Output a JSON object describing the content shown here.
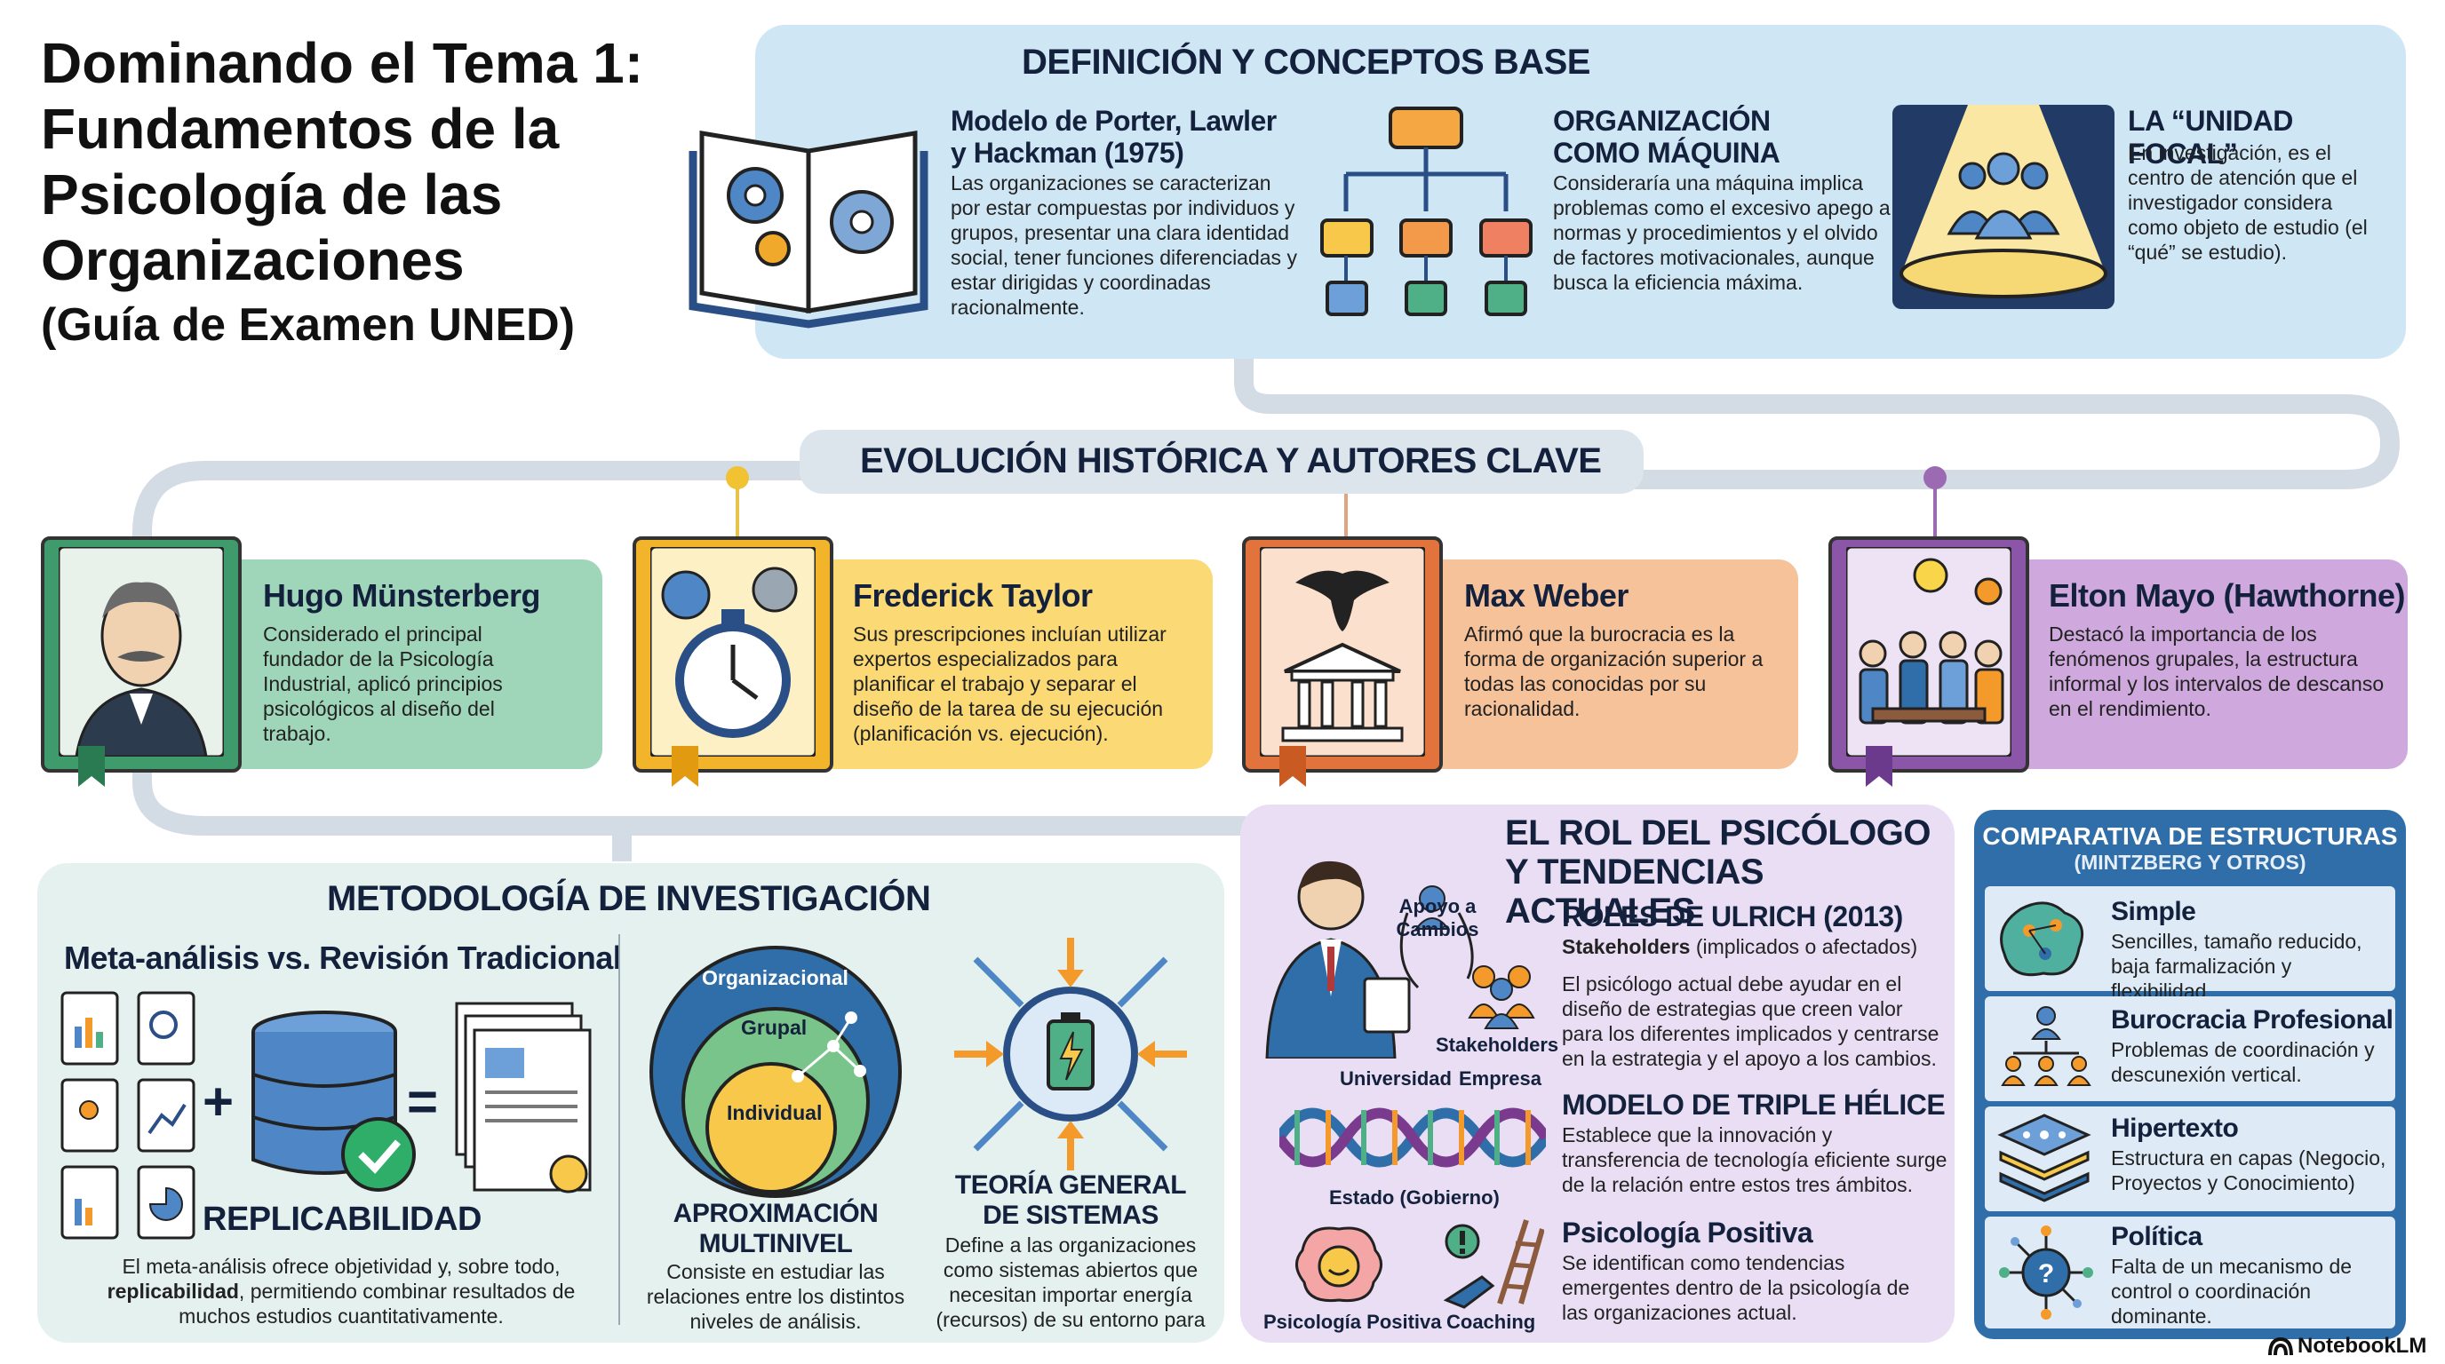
{
  "title": {
    "main": "Dominando el Tema 1: Fundamentos de la Psicología de las Organizaciones",
    "sub": "(Guía de Examen UNED)"
  },
  "definition": {
    "heading": "DEFINICIÓN Y CONCEPTOS BASE",
    "items": [
      {
        "title": "Modelo de Porter, Lawler y Hackman (1975)",
        "text": "Las organizaciones se caracterizan por estar compuestas por individuos y grupos, presentar una clara identidad social, tener funciones diferenciadas y estar dirigidas y coordinadas racionalmente.",
        "icon": "open-book-gears-icon"
      },
      {
        "title": "ORGANIZACIÓN COMO MÁQUINA",
        "text": "Consideraría una máquina implica problemas como el excesivo apego a normas y procedimientos y el olvido de factores motivacionales, aunque busca la eficiencia máxima.",
        "icon": "org-chart-icon"
      },
      {
        "title": "LA “UNIDAD FOCAL”",
        "text": "En investigación, es el centro de atención que el investigador considera como objeto de estudio (el “qué” se estudio).",
        "icon": "spotlight-group-icon"
      }
    ]
  },
  "evolution": {
    "heading": "EVOLUCIÓN HISTÓRICA Y AUTORES CLAVE",
    "authors": [
      {
        "name": "Hugo Münsterberg",
        "text": "Considerado el principal fundador de la Psicología Industrial, aplicó principios psicológicos al diseño del trabajo.",
        "icon": "portrait-icon",
        "color": "#9fd6b9"
      },
      {
        "name": "Frederick Taylor",
        "text": "Sus prescripciones incluían utilizar expertos especializados para planificar el trabajo y separar el diseño de la tarea de su ejecución (planificación vs. ejecución).",
        "icon": "stopwatch-gears-icon",
        "color": "#fbd975"
      },
      {
        "name": "Max Weber",
        "text": "Afirmó que la burocracia es la forma de organización superior a todas las conocidas por su racionalidad.",
        "icon": "eagle-building-icon",
        "color": "#f6c29a"
      },
      {
        "name": "Elton Mayo (Hawthorne)",
        "text": "Destacó la importancia de los fenómenos grupales, la estructura informal y los intervalos de descanso en el rendimiento.",
        "icon": "workers-group-icon",
        "color": "#cfa9dd"
      }
    ]
  },
  "methodology": {
    "heading": "METODOLOGÍA DE INVESTIGACIÓN",
    "subheading": "Meta-análisis vs. Revisión Tradicional",
    "replicability_label": "REPLICABILIDAD",
    "plus": "+",
    "equals": "=",
    "meta_text_before": "El meta-análisis ofrece objetividad y, sobre todo, ",
    "meta_text_bold": "replicabilidad",
    "meta_text_after": ", permitiendo combinar resultados de muchos estudios cuantitativamente.",
    "levels": [
      "Organizacional",
      "Grupal",
      "Individual"
    ],
    "multilevel_title": "APROXIMACIÓN MULTINIVEL",
    "multilevel_text": "Consiste en estudiar las relaciones entre los distintos niveles de análisis.",
    "systems_title": "TEORÍA GENERAL DE SISTEMAS",
    "systems_text": "Define a las organizaciones como sistemas abiertos que necesitan importar energía (recursos) de su entorno para"
  },
  "role": {
    "heading": "EL ROL DEL PSICÓLOGO Y TENDENCIAS ACTUALES",
    "support_label": "Apoyo a Cambios",
    "stakeholders_label": "Stakeholders",
    "ulrich_title": "ROLES DE ULRICH (2013)",
    "ulrich_sub_bold": "Stakeholders",
    "ulrich_sub": " (implicados o afectados)",
    "ulrich_text": "El psicólogo actual debe ayudar en el diseño de estrategias que creen valor para los diferentes implicados y centrarse en la estrategia y el apoyo a los cambios.",
    "helix_labels": [
      "Universidad",
      "Empresa",
      "Estado (Gobierno)"
    ],
    "helix_title": "MODELO DE TRIPLE HÉLICE",
    "helix_text": "Establece que la innovación y transferencia de tecnología eficiente surge de la relación entre estos tres ámbitos.",
    "positive_label": "Psicología Positiva",
    "coaching_label": "Coaching",
    "positive_title": "Psicología Positiva",
    "positive_text": "Se identifican como tendencias emergentes dentro de la psicología de las organizaciones actual."
  },
  "structures": {
    "heading": "COMPARATIVA DE ESTRUCTURAS",
    "subheading": "(MINTZBERG Y OTROS)",
    "items": [
      {
        "title": "Simple",
        "text": "Sencilles, tamaño reducido, baja farmalización y flexibilidad",
        "icon": "blob-network-icon"
      },
      {
        "title": "Burocracia Profesional",
        "text": "Problemas de coordinación y descunexión vertical.",
        "icon": "hierarchy-icon"
      },
      {
        "title": "Hipertexto",
        "text": "Estructura en capas (Negocio, Proyectos y Conocimiento)",
        "icon": "layers-icon"
      },
      {
        "title": "Política",
        "text": "Falta de un mecanismo de control o coordinación dominante.",
        "icon": "question-network-icon"
      }
    ]
  },
  "brand": "NotebookLM",
  "colors": {
    "definition_bg": "#cfe6f5",
    "methodology_bg": "#e4f1ef",
    "role_bg": "#e9def3",
    "structures_border": "#2f6ea8",
    "connector": "#cfd8e2"
  }
}
